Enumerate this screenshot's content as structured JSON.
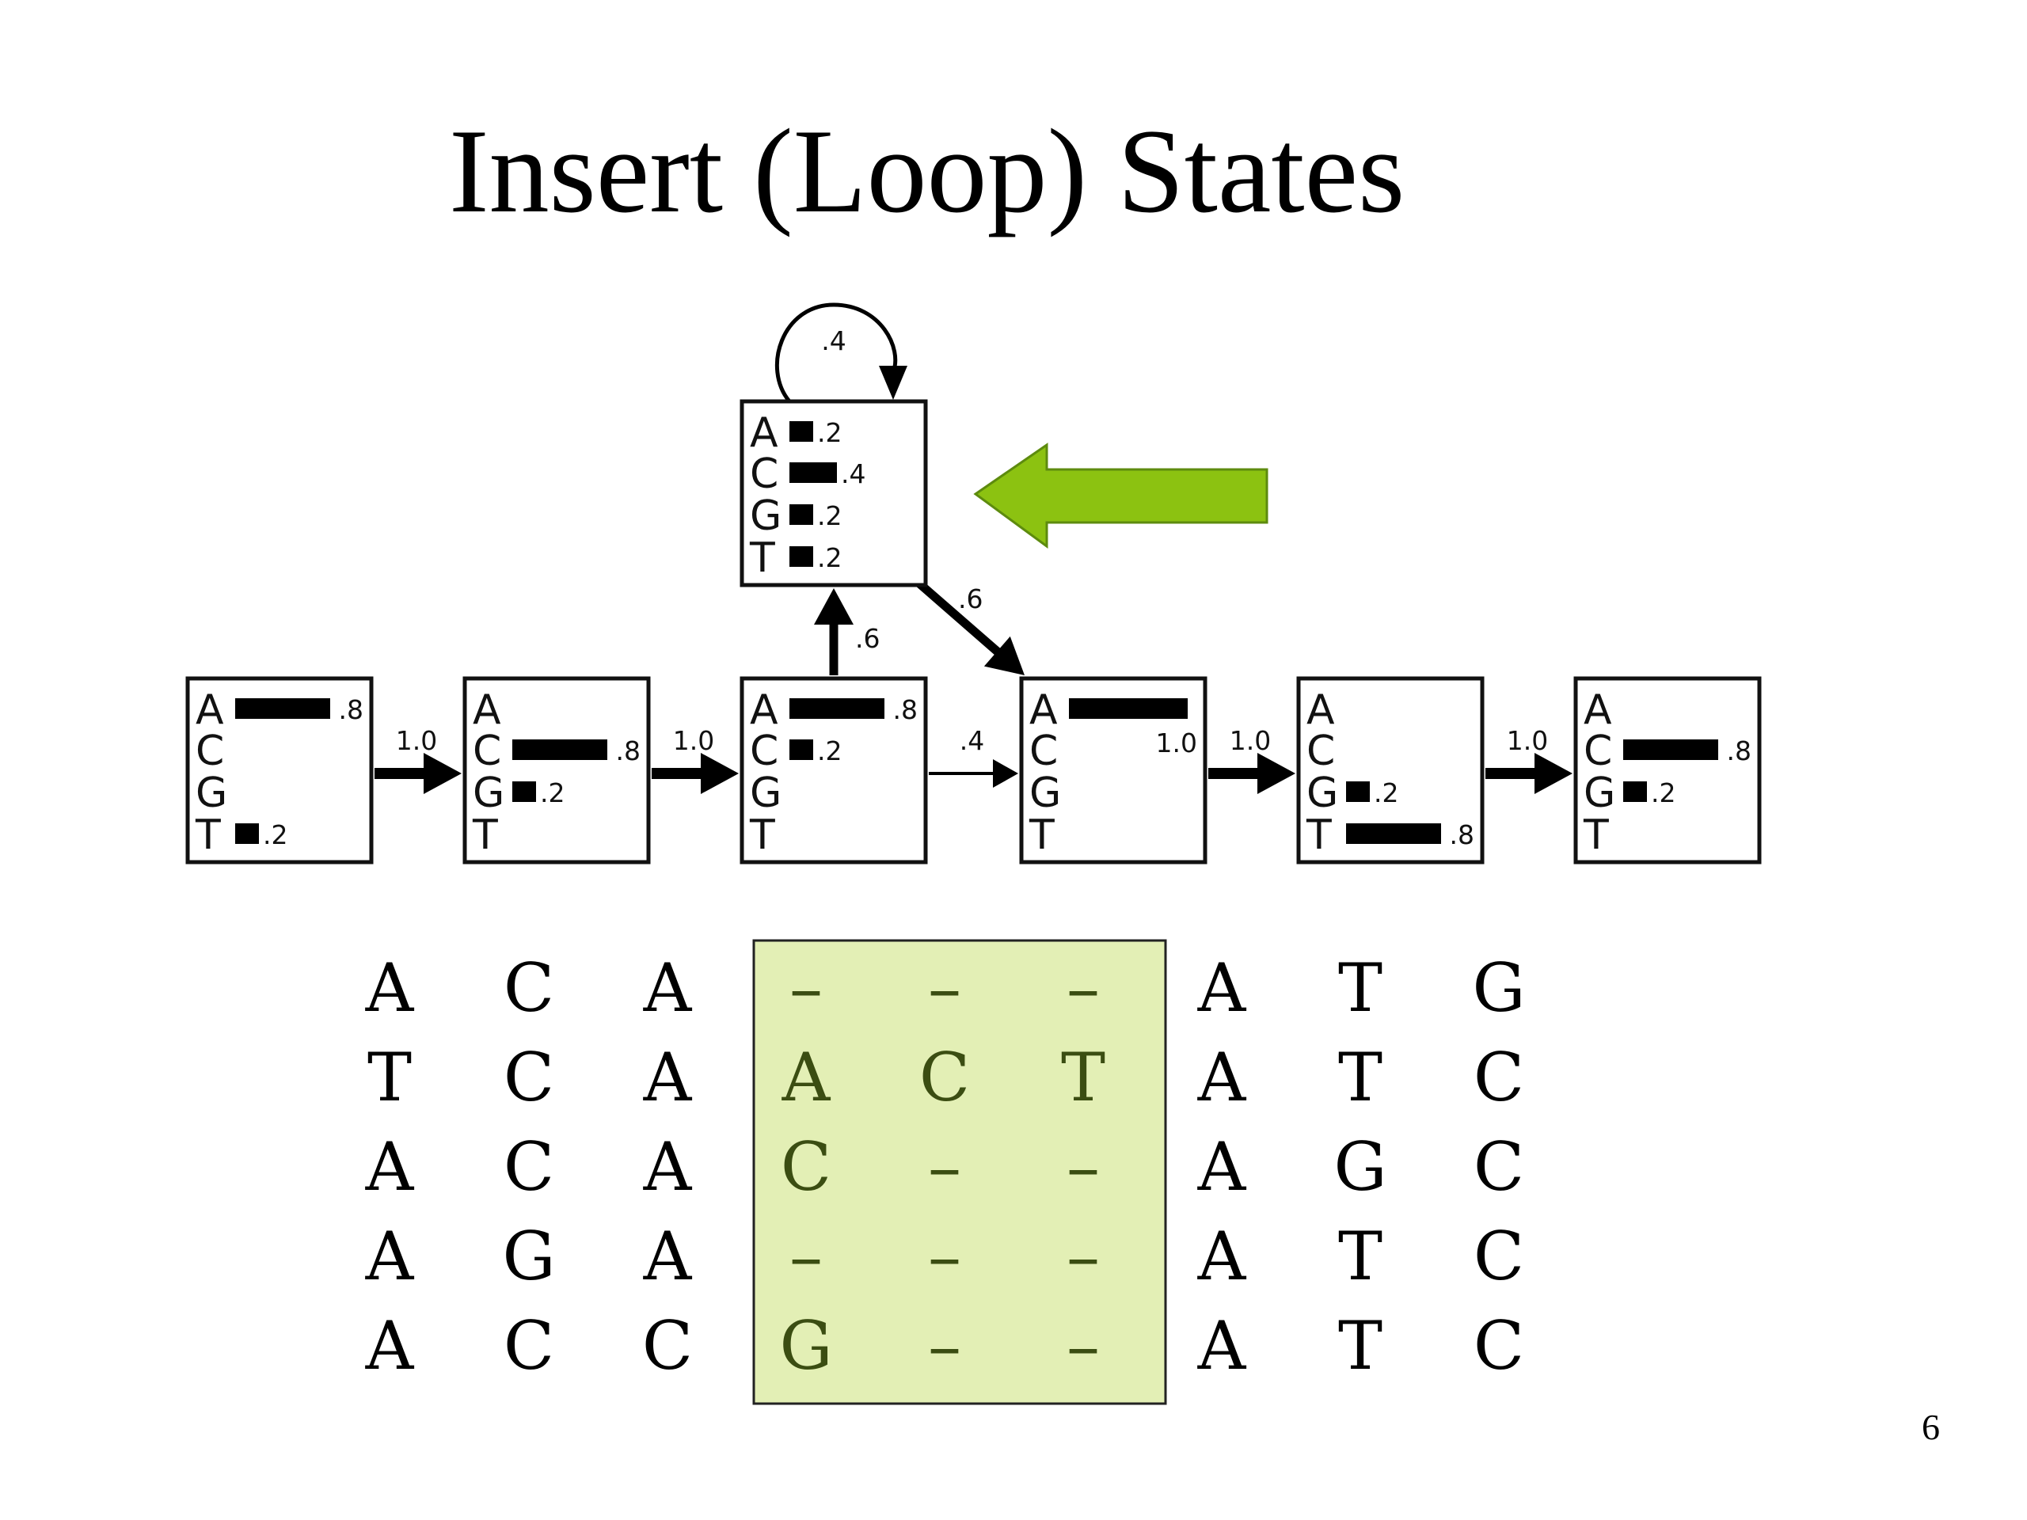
{
  "slide": {
    "title": "Insert (Loop) States",
    "page_number": "6",
    "colors": {
      "arrow_fill": "#8cc211",
      "arrow_stroke": "#5d8b0e",
      "highlight_fill": "#e3efb5",
      "highlight_text": "#3b4d12",
      "box_stroke": "#111111"
    }
  },
  "profile_hmm": {
    "match_states": [
      {
        "rows": [
          {
            "base": "A",
            "prob": 0.8,
            "label": ".8"
          },
          {
            "base": "C",
            "prob": 0,
            "label": ""
          },
          {
            "base": "G",
            "prob": 0,
            "label": ""
          },
          {
            "base": "T",
            "prob": 0.2,
            "label": ".2"
          }
        ]
      },
      {
        "rows": [
          {
            "base": "A",
            "prob": 0,
            "label": ""
          },
          {
            "base": "C",
            "prob": 0.8,
            "label": ".8"
          },
          {
            "base": "G",
            "prob": 0.2,
            "label": ".2"
          },
          {
            "base": "T",
            "prob": 0,
            "label": ""
          }
        ]
      },
      {
        "rows": [
          {
            "base": "A",
            "prob": 0.8,
            "label": ".8"
          },
          {
            "base": "C",
            "prob": 0.2,
            "label": ".2"
          },
          {
            "base": "G",
            "prob": 0,
            "label": ""
          },
          {
            "base": "T",
            "prob": 0,
            "label": ""
          }
        ]
      },
      {
        "rows": [
          {
            "base": "A",
            "prob": 1.0,
            "label": "1.0"
          },
          {
            "base": "C",
            "prob": 0,
            "label": ""
          },
          {
            "base": "G",
            "prob": 0,
            "label": ""
          },
          {
            "base": "T",
            "prob": 0,
            "label": ""
          }
        ]
      },
      {
        "rows": [
          {
            "base": "A",
            "prob": 0,
            "label": ""
          },
          {
            "base": "C",
            "prob": 0,
            "label": ""
          },
          {
            "base": "G",
            "prob": 0.2,
            "label": ".2"
          },
          {
            "base": "T",
            "prob": 0.8,
            "label": ".8"
          }
        ]
      },
      {
        "rows": [
          {
            "base": "A",
            "prob": 0,
            "label": ""
          },
          {
            "base": "C",
            "prob": 0.8,
            "label": ".8"
          },
          {
            "base": "G",
            "prob": 0.2,
            "label": ".2"
          },
          {
            "base": "T",
            "prob": 0,
            "label": ""
          }
        ]
      }
    ],
    "insert_state": {
      "rows": [
        {
          "base": "A",
          "prob": 0.2,
          "label": ".2"
        },
        {
          "base": "C",
          "prob": 0.4,
          "label": ".4"
        },
        {
          "base": "G",
          "prob": 0.2,
          "label": ".2"
        },
        {
          "base": "T",
          "prob": 0.2,
          "label": ".2"
        }
      ]
    },
    "transitions": [
      {
        "from": "m1",
        "to": "m2",
        "prob": 1.0,
        "label": "1.0"
      },
      {
        "from": "m2",
        "to": "m3",
        "prob": 1.0,
        "label": "1.0"
      },
      {
        "from": "m3",
        "to": "m4",
        "prob": 0.4,
        "label": ".4"
      },
      {
        "from": "m3",
        "to": "insert",
        "prob": 0.6,
        "label": ".6"
      },
      {
        "from": "insert",
        "to": "insert",
        "prob": 0.4,
        "label": ".4"
      },
      {
        "from": "insert",
        "to": "m4",
        "prob": 0.6,
        "label": ".6"
      },
      {
        "from": "m4",
        "to": "m5",
        "prob": 1.0,
        "label": "1.0"
      },
      {
        "from": "m5",
        "to": "m6",
        "prob": 1.0,
        "label": "1.0"
      }
    ]
  },
  "alignment": {
    "rows": [
      [
        "A",
        "C",
        "A",
        "–",
        "–",
        "–",
        "A",
        "T",
        "G"
      ],
      [
        "T",
        "C",
        "A",
        "A",
        "C",
        "T",
        "A",
        "T",
        "C"
      ],
      [
        "A",
        "C",
        "A",
        "C",
        "–",
        "–",
        "A",
        "G",
        "C"
      ],
      [
        "A",
        "G",
        "A",
        "–",
        "–",
        "–",
        "A",
        "T",
        "C"
      ],
      [
        "A",
        "C",
        "C",
        "G",
        "–",
        "–",
        "A",
        "T",
        "C"
      ]
    ],
    "insert_columns": [
      3,
      4,
      5
    ]
  }
}
